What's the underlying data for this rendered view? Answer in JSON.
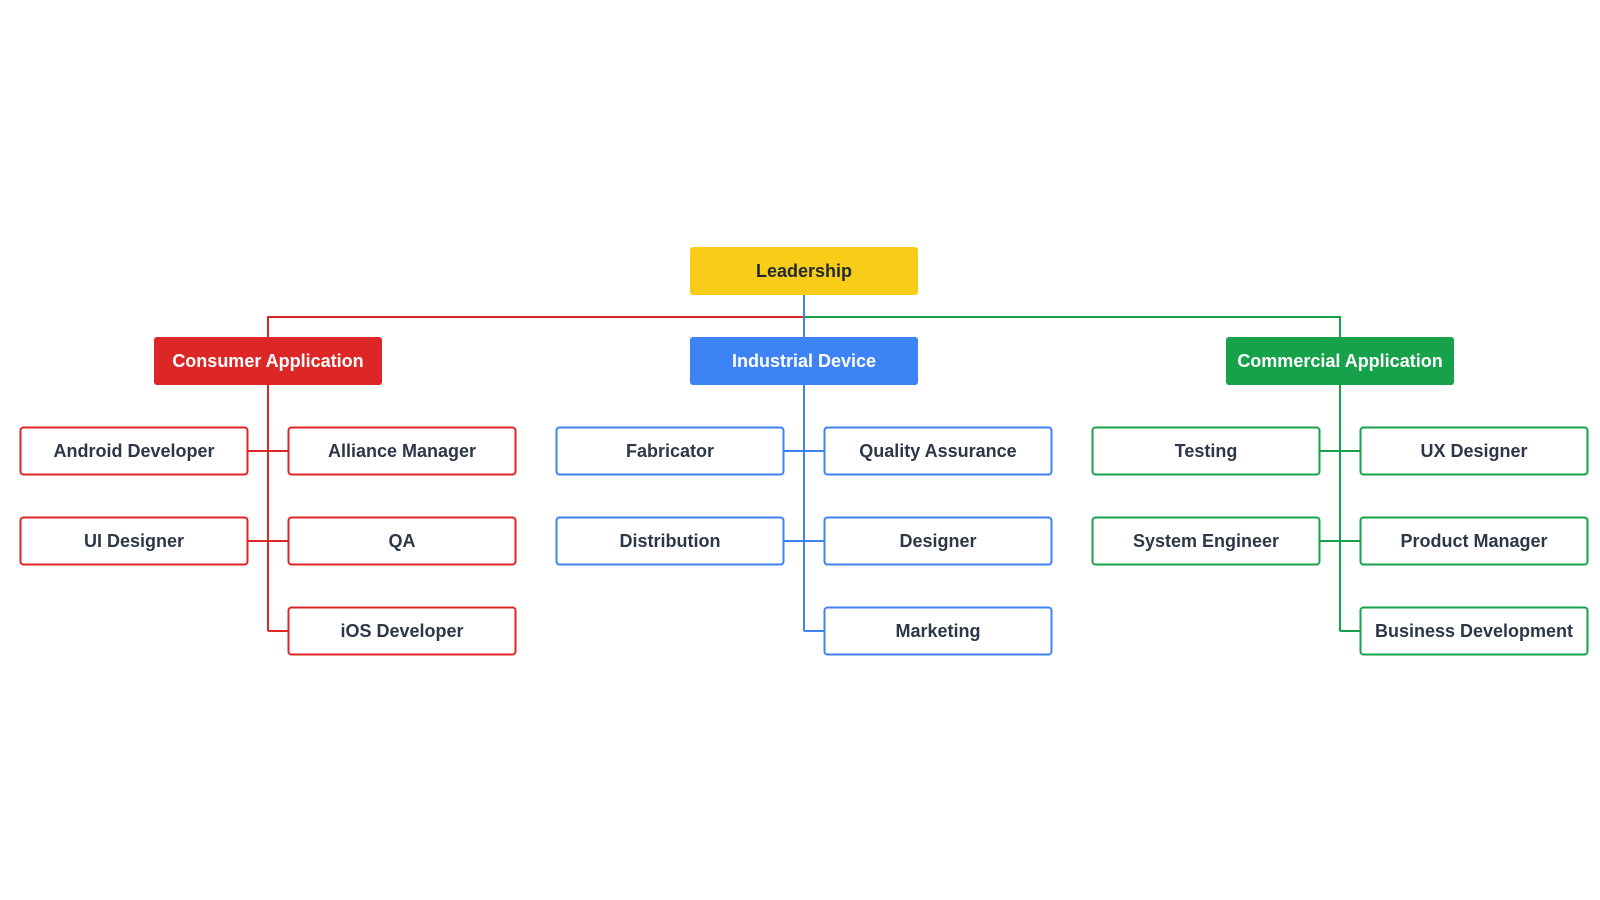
{
  "colors": {
    "root_fill": "#F9CC17",
    "root_text": "#1F2937",
    "leaf_text": "#2D3748",
    "background": "#FFFFFF"
  },
  "root": {
    "label": "Leadership"
  },
  "departments": [
    {
      "label": "Consumer Application",
      "color": "#DD2626",
      "left_roles": [
        "Android Developer",
        "UI Designer"
      ],
      "right_roles": [
        "Alliance Manager",
        "QA",
        "iOS Developer"
      ]
    },
    {
      "label": "Industrial Device",
      "color": "#3E83F6",
      "left_roles": [
        "Fabricator",
        "Distribution"
      ],
      "right_roles": [
        "Quality Assurance",
        "Designer",
        "Marketing"
      ]
    },
    {
      "label": "Commercial Application",
      "color": "#16A24A",
      "left_roles": [
        "Testing",
        "System Engineer"
      ],
      "right_roles": [
        "UX Designer",
        "Product Manager",
        "Business Development"
      ]
    }
  ]
}
